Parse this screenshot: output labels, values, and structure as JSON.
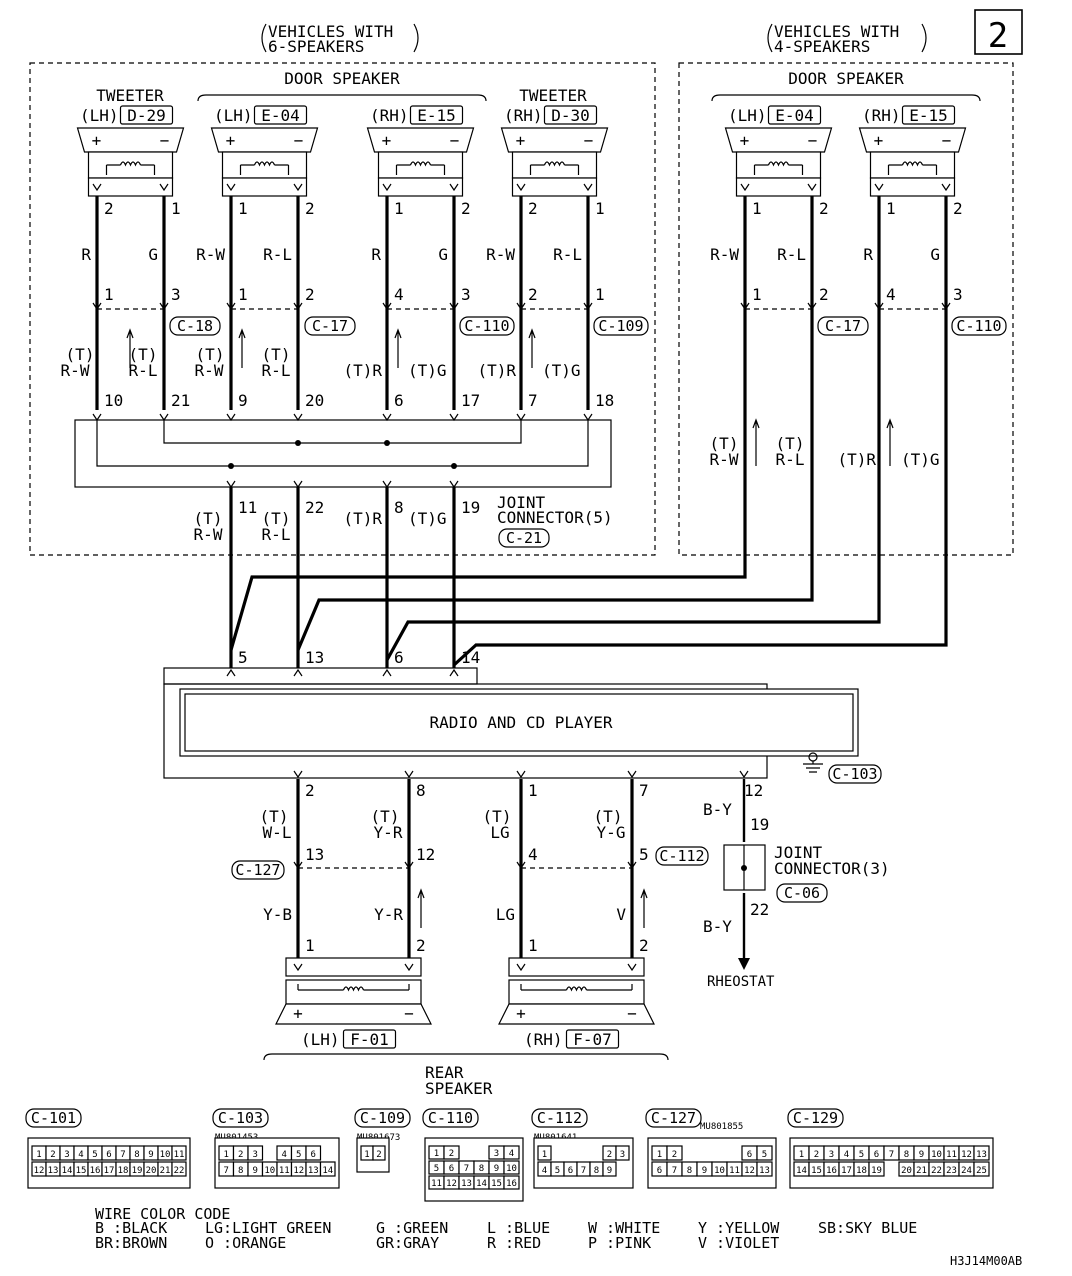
{
  "page_number": "2",
  "groups": {
    "six": {
      "title_line1": "VEHICLES WITH",
      "title_line2": "6-SPEAKERS"
    },
    "four": {
      "title_line1": "VEHICLES WITH",
      "title_line2": "4-SPEAKERS"
    }
  },
  "headers": {
    "tweeter_lh": "TWEETER",
    "tweeter_rh": "TWEETER",
    "door_six": "DOOR SPEAKER",
    "door_four": "DOOR SPEAKER"
  },
  "speakers_top": [
    {
      "side": "(LH)",
      "code": "D-29",
      "pins": [
        "2",
        "1"
      ],
      "colors": [
        "R",
        "G"
      ]
    },
    {
      "side": "(LH)",
      "code": "E-04",
      "pins": [
        "1",
        "2"
      ],
      "colors": [
        "R-W",
        "R-L"
      ]
    },
    {
      "side": "(RH)",
      "code": "E-15",
      "pins": [
        "1",
        "2"
      ],
      "colors": [
        "R",
        "G"
      ]
    },
    {
      "side": "(RH)",
      "code": "D-30",
      "pins": [
        "2",
        "1"
      ],
      "colors": [
        "R-W",
        "R-L"
      ]
    },
    {
      "side": "(LH)",
      "code": "E-04",
      "pins": [
        "1",
        "2"
      ],
      "colors": [
        "R-W",
        "R-L"
      ]
    },
    {
      "side": "(RH)",
      "code": "E-15",
      "pins": [
        "1",
        "2"
      ],
      "colors": [
        "R",
        "G"
      ]
    }
  ],
  "plus": "+",
  "minus": "−",
  "connectors_mid": {
    "c18": "C-18",
    "c17": "C-17",
    "c110": "C-110",
    "c109": "C-109",
    "c17b": "C-17",
    "c110b": "C-110",
    "pins6": [
      "1",
      "3",
      "1",
      "2",
      "4",
      "3",
      "2",
      "1"
    ],
    "pins4": [
      "1",
      "2",
      "4",
      "3"
    ]
  },
  "mid_labels": {
    "t_rw1": "(T)",
    "rw1": "R-W",
    "t_rl1": "(T)",
    "rl1": "R-L",
    "t_rw2": "(T)",
    "rw2": "R-W",
    "t_rl2": "(T)",
    "rl2": "R-L",
    "tr1": "(T)R",
    "tg1": "(T)G",
    "tr2": "(T)R",
    "tg2": "(T)G",
    "four_t1": "(T)",
    "four_rw": "R-W",
    "four_t2": "(T)",
    "four_rl": "R-L",
    "four_tr": "(T)R",
    "four_tg": "(T)G"
  },
  "joint_pins_top": [
    "10",
    "21",
    "9",
    "20",
    "6",
    "17",
    "7",
    "18"
  ],
  "joint_pins_bottom": [
    "11",
    "22",
    "8",
    "19"
  ],
  "joint_labels": {
    "t1": "(T)",
    "rw": "R-W",
    "t2": "(T)",
    "rl": "R-L",
    "tr": "(T)R",
    "tg": "(T)G"
  },
  "joint5": {
    "line1": "JOINT",
    "line2": "CONNECTOR(5)",
    "code": "C-21"
  },
  "radio": {
    "label": "RADIO AND CD PLAYER",
    "code": "C-103",
    "top_pins": [
      "5",
      "13",
      "6",
      "14"
    ],
    "bottom_pins": [
      "2",
      "8",
      "1",
      "7",
      "12"
    ]
  },
  "rear": {
    "upper_tags": [
      [
        "(T)",
        "W-L"
      ],
      [
        "(T)",
        "Y-R"
      ],
      [
        "(T)",
        "LG"
      ],
      [
        "(T)",
        "Y-G"
      ]
    ],
    "c127": "C-127",
    "c112": "C-112",
    "mid_pins": [
      "13",
      "12",
      "4",
      "5"
    ],
    "lower_colors": [
      "Y-B",
      "Y-R",
      "LG",
      "V"
    ],
    "speaker_pins": [
      "1",
      "2",
      "1",
      "2"
    ],
    "lh": {
      "side": "(LH)",
      "code": "F-01"
    },
    "rh": {
      "side": "(RH)",
      "code": "F-07"
    },
    "title_line1": "REAR",
    "title_line2": "SPEAKER"
  },
  "rheostat_branch": {
    "color1": "B-Y",
    "pin_top": "19",
    "joint_line1": "JOINT",
    "joint_line2": "CONNECTOR(3)",
    "code": "C-06",
    "pin_bottom": "22",
    "color2": "B-Y",
    "target": "RHEOSTAT"
  },
  "connector_views": [
    {
      "code": "C-101",
      "part": "",
      "rows": [
        [
          "1",
          "2",
          "3",
          "4",
          "5",
          "6",
          "7",
          "8",
          "9",
          "10",
          "11"
        ],
        [
          "12",
          "13",
          "14",
          "15",
          "16",
          "17",
          "18",
          "19",
          "20",
          "21",
          "22"
        ]
      ]
    },
    {
      "code": "C-103",
      "part": "MU801453",
      "rows": [
        [
          "1",
          "2",
          "3",
          "",
          "4",
          "5",
          "6"
        ],
        [
          "7",
          "8",
          "9",
          "10",
          "11",
          "12",
          "13",
          "14"
        ]
      ]
    },
    {
      "code": "C-109",
      "part": "MU801673",
      "rows": [
        [
          "1",
          "2"
        ]
      ]
    },
    {
      "code": "C-110",
      "part": "",
      "rows": [
        [
          "1",
          "2",
          "",
          "",
          "3",
          "4"
        ],
        [
          "5",
          "6",
          "7",
          "8",
          "9",
          "10"
        ],
        [
          "11",
          "12",
          "13",
          "14",
          "15",
          "16"
        ]
      ]
    },
    {
      "code": "C-112",
      "part": "MU801641",
      "rows": [
        [
          "1",
          "",
          "",
          "",
          "",
          "2",
          "3"
        ],
        [
          "4",
          "5",
          "6",
          "7",
          "8",
          "9"
        ]
      ]
    },
    {
      "code": "C-127",
      "part": "MU801855",
      "rows": [
        [
          "1",
          "2",
          "",
          "",
          "",
          "",
          "6",
          "5"
        ],
        [
          "6",
          "7",
          "8",
          "9",
          "10",
          "11",
          "12",
          "13"
        ]
      ]
    },
    {
      "code": "C-129",
      "part": "",
      "rows": [
        [
          "1",
          "2",
          "3",
          "4",
          "5",
          "6",
          "7",
          "8",
          "9",
          "10",
          "11",
          "12",
          "13"
        ],
        [
          "14",
          "15",
          "16",
          "17",
          "18",
          "19",
          "",
          "20",
          "21",
          "22",
          "23",
          "24",
          "25"
        ]
      ]
    }
  ],
  "legend": {
    "title": "WIRE COLOR CODE",
    "entries": [
      [
        "B :BLACK",
        "LG:LIGHT GREEN",
        "G :GREEN",
        "L :BLUE",
        "W :WHITE",
        "Y :YELLOW",
        "SB:SKY BLUE"
      ],
      [
        "BR:BROWN",
        "O :ORANGE",
        "GR:GRAY",
        "R :RED",
        "P :PINK",
        "V :VIOLET",
        ""
      ]
    ]
  },
  "doc_code": "H3J14M00AB"
}
